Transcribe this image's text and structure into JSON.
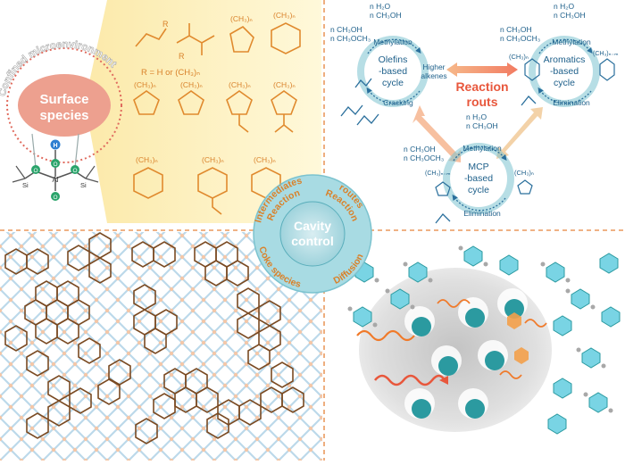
{
  "surface": {
    "confined_label": "Confined microenvironment",
    "species_title_1": "Surface",
    "species_title_2": "species",
    "atom_h": "H",
    "atom_o": "O",
    "atom_al": "Al",
    "atom_si": "Si",
    "r_note": "R = H or (CH₃)ₙ",
    "sub_r": "R",
    "sub_ch3n": "(CH₃)ₙ"
  },
  "center": {
    "title_1": "Cavity",
    "title_2": "control",
    "intermediates": "Intermediates",
    "reaction_left": "Reaction",
    "routes": "routes",
    "reaction_right": "Reaction",
    "coke_species": "Coke species",
    "diffusion": "Diffusion"
  },
  "routes": {
    "title_1": "Reaction",
    "title_2": "routs",
    "olefins_cycle": [
      "Olefins",
      "-based",
      "cycle"
    ],
    "aromatics_cycle": [
      "Aromatics",
      "-based",
      "cycle"
    ],
    "mcp_cycle": [
      "MCP",
      "-based",
      "cycle"
    ],
    "methylation": "Methylation",
    "cracking": "Cracking",
    "elimination": "Elimination",
    "higher_alkenes": [
      "Higher",
      "alkenes"
    ],
    "h2o": "n H₂O",
    "ch3oh": "n CH₃OH",
    "ch3och3": "n CH₃OCH₃",
    "ch3n": "(CH₃)ₙ",
    "ch3nm": "(CH₃)ₙ₋ₘ",
    "ch3nm_left": "(CH₃)ₙ₋ₘ"
  }
}
